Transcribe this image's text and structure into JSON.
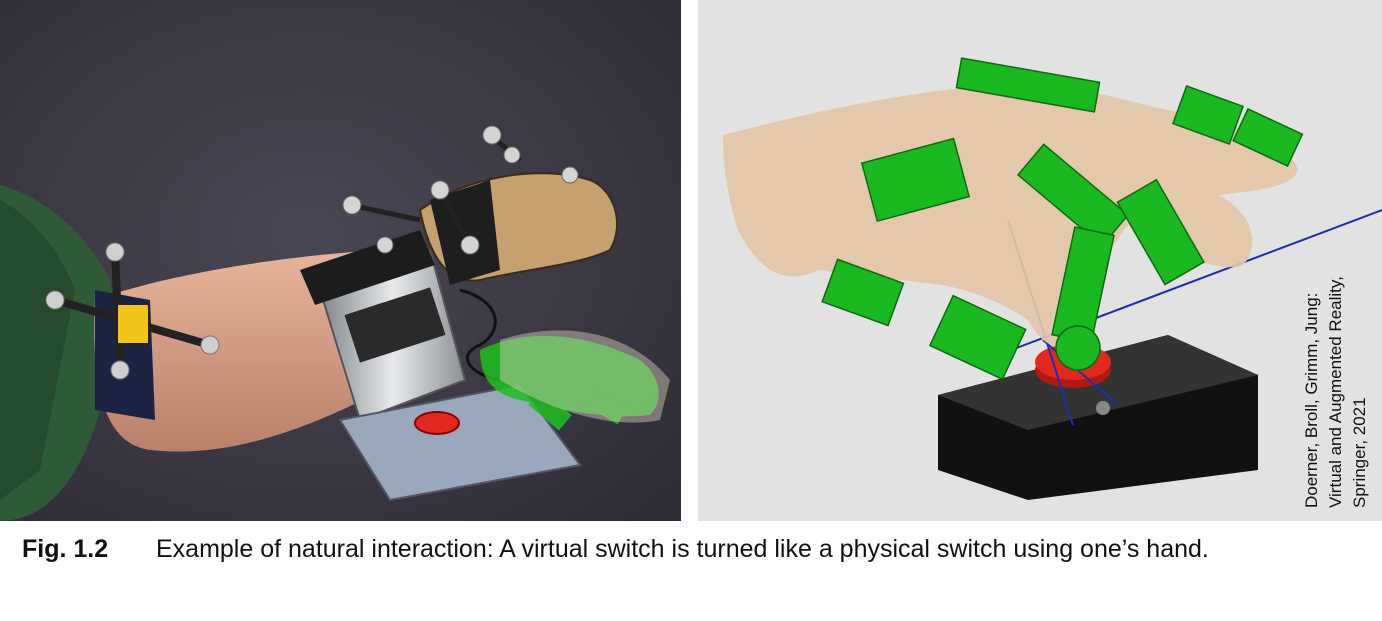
{
  "figure": {
    "credit_lines": [
      "Doerner, Broll, Grimm, Jung:",
      "Virtual and Augmented Reality,",
      "Springer, 2021"
    ],
    "caption_label": "Fig. 1.2",
    "caption_text": "Example of natural interaction: A virtual switch is turned like a physical switch using one’s hand.",
    "colors": {
      "left_background": "#3a3844",
      "right_background": "#e2e2e2",
      "virtual_hand_green": "#1fbf1f",
      "switch_red": "#e0281c"
    }
  }
}
